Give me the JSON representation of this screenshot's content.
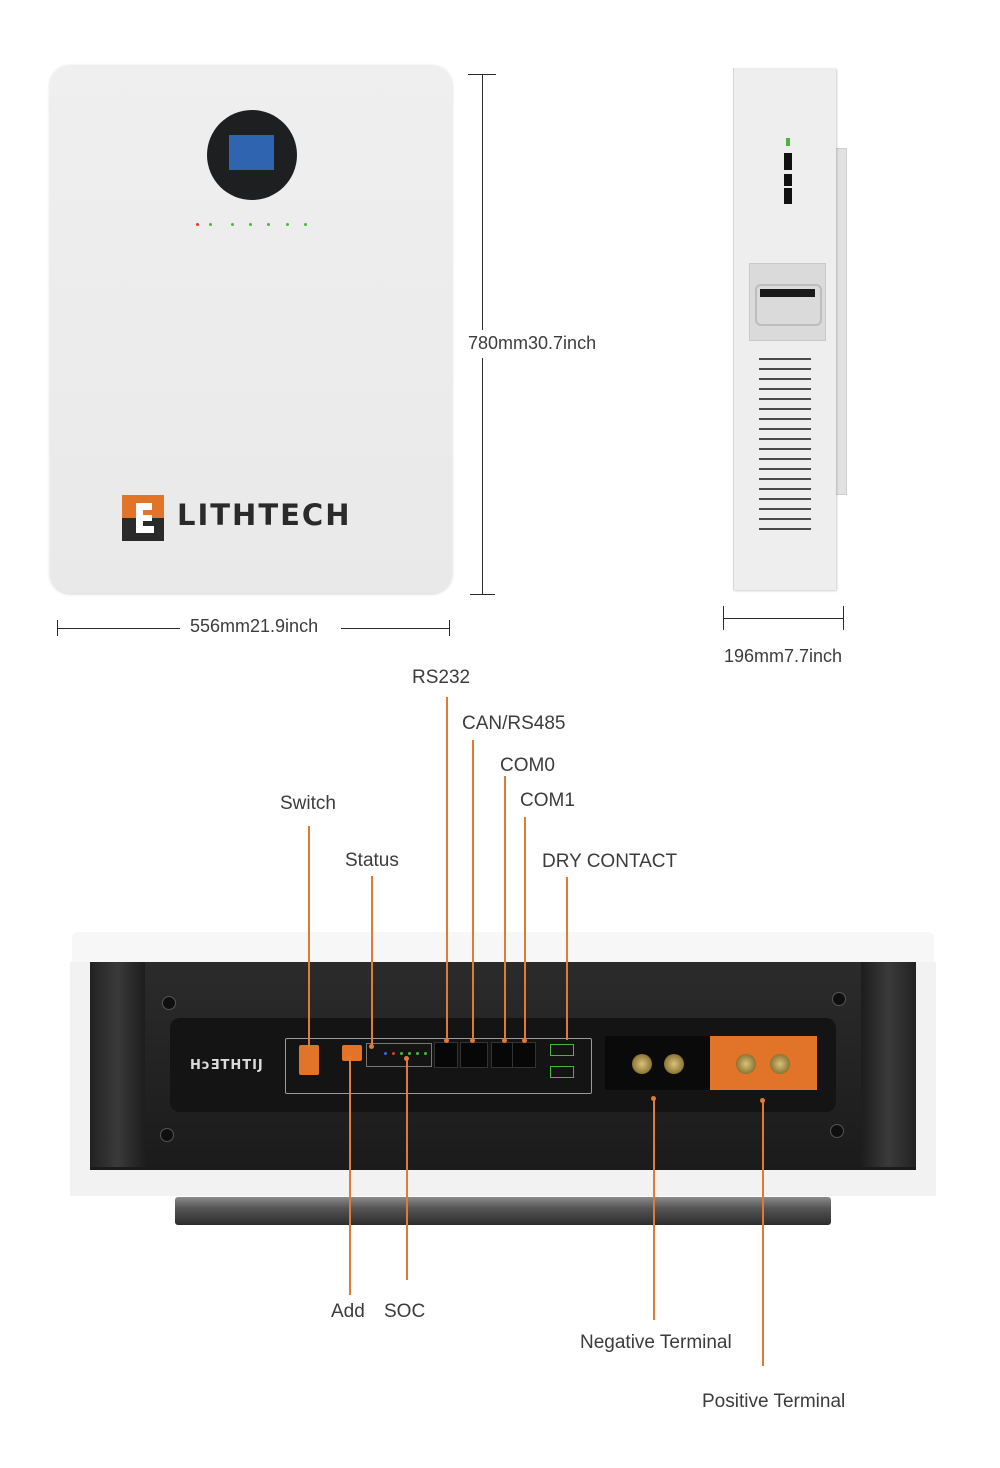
{
  "brand": {
    "name": "LITHTECH",
    "panel_logo": "HɔƎTHTIJ"
  },
  "dimensions": {
    "height": "780mm30.7inch",
    "width": "556mm21.9inch",
    "depth": "196mm7.7inch"
  },
  "labels": {
    "rs232": "RS232",
    "can_rs485": "CAN/RS485",
    "com0": "COM0",
    "com1": "COM1",
    "switch": "Switch",
    "status": "Status",
    "dry_contact": "DRY CONTACT",
    "add": "Add",
    "soc": "SOC",
    "negative_terminal": "Negative Terminal",
    "positive_terminal": "Positive Terminal"
  },
  "colors": {
    "accent": "#e07a34",
    "screen": "#2f64b0",
    "led_red": "#e23a2a",
    "led_green": "#49b83a"
  }
}
